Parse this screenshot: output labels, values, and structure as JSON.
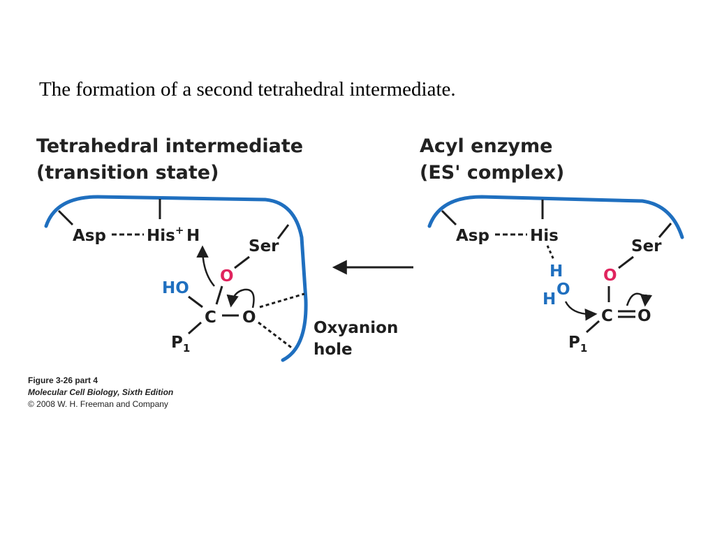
{
  "title": "The formation of a second tetrahedral intermediate.",
  "left_panel": {
    "heading_line1": "Tetrahedral intermediate",
    "heading_line2": "(transition state)",
    "asp": "Asp",
    "his": "His",
    "his_charge": "+",
    "h": "H",
    "ser": "Ser",
    "o_red": "O",
    "ho": "HO",
    "c": "C",
    "o": "O",
    "p": "P",
    "p_sub": "1",
    "oxyanion_line1": "Oxyanion",
    "oxyanion_line2": "hole"
  },
  "right_panel": {
    "heading_line1": "Acyl enzyme",
    "heading_line2": "(ES' complex)",
    "asp": "Asp",
    "his": "His",
    "ser": "Ser",
    "h_top": "H",
    "o_water": "O",
    "h_bottom": "H",
    "o_red": "O",
    "c": "C",
    "o": "O",
    "p": "P",
    "p_sub": "1"
  },
  "caption": {
    "line1": "Figure 3-26 part 4",
    "line2": "Molecular Cell Biology, Sixth Edition",
    "line3": "© 2008 W. H. Freeman and Company"
  },
  "colors": {
    "enzyme_outline": "#1f6fbf",
    "blue_atom": "#1f6fbf",
    "red_atom": "#e0245e",
    "text": "#1e1e1e"
  }
}
